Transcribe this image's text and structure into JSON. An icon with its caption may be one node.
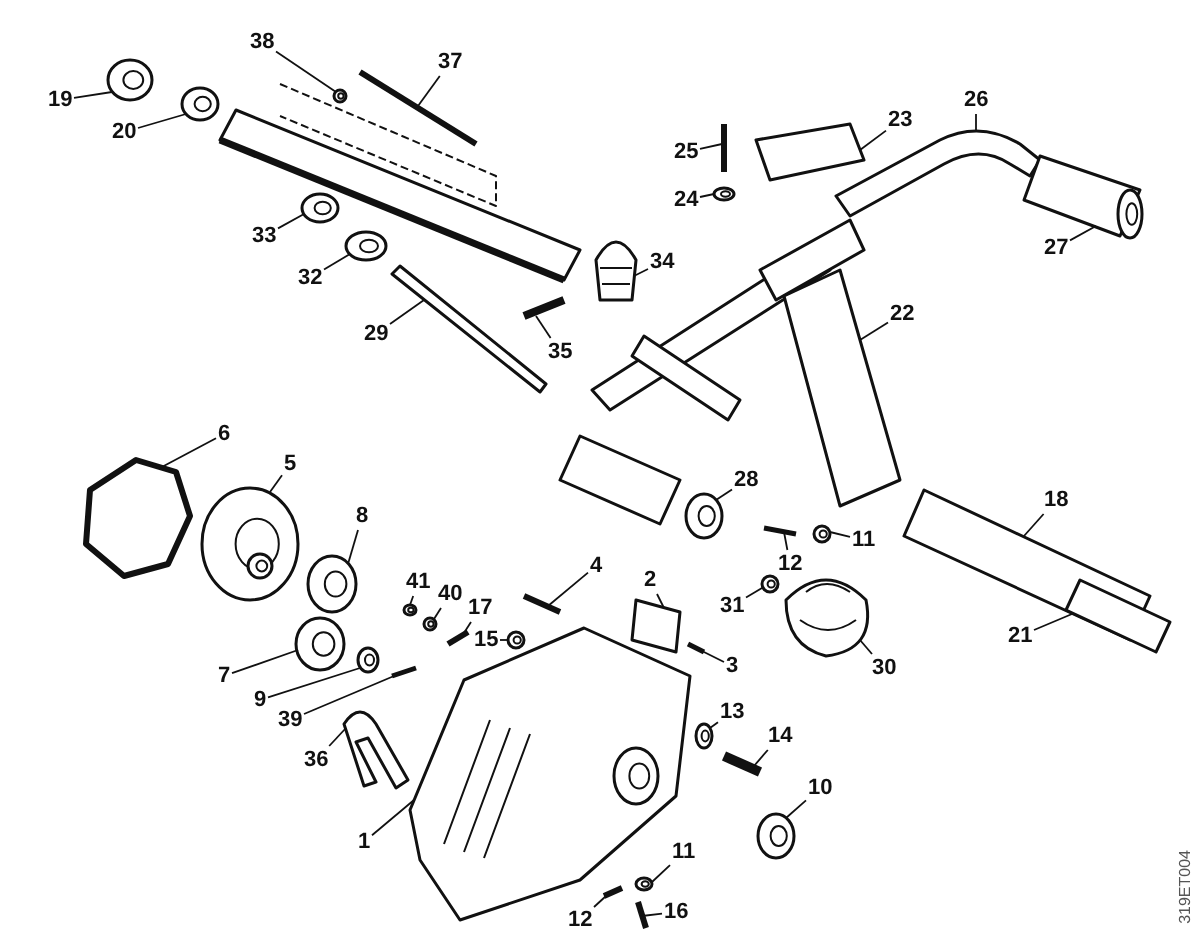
{
  "diagram": {
    "nodes": [
      {
        "text": [
          "38"
        ]
      },
      {
        "text": [
          "37"
        ]
      },
      {
        "text": [
          "19"
        ]
      },
      {
        "text": [
          "26"
        ]
      },
      {
        "text": [
          "20"
        ]
      },
      {
        "text": [
          "23"
        ]
      },
      {
        "text": [
          "25"
        ]
      },
      {
        "text": [
          "24"
        ]
      },
      {
        "text": [
          "33"
        ]
      },
      {
        "text": [
          "27"
        ]
      },
      {
        "text": [
          "34"
        ]
      },
      {
        "text": [
          "32"
        ]
      },
      {
        "text": [
          "22"
        ]
      },
      {
        "text": [
          "29"
        ]
      },
      {
        "text": [
          "35"
        ]
      },
      {
        "text": [
          "6"
        ]
      },
      {
        "text": [
          "5"
        ]
      },
      {
        "text": [
          "28"
        ]
      },
      {
        "text": [
          "18"
        ]
      },
      {
        "text": [
          "8"
        ]
      },
      {
        "text": [
          "11"
        ]
      },
      {
        "text": [
          "12"
        ]
      },
      {
        "text": [
          "4"
        ]
      },
      {
        "text": [
          "41"
        ]
      },
      {
        "text": [
          "40"
        ]
      },
      {
        "text": [
          "17"
        ]
      },
      {
        "text": [
          "31"
        ]
      },
      {
        "text": [
          "2"
        ]
      },
      {
        "text": [
          "21"
        ]
      },
      {
        "text": [
          "15"
        ]
      },
      {
        "text": [
          "30"
        ]
      },
      {
        "text": [
          "3"
        ]
      },
      {
        "text": [
          "7"
        ]
      },
      {
        "text": [
          "9"
        ]
      },
      {
        "text": [
          "13"
        ]
      },
      {
        "text": [
          "39"
        ]
      },
      {
        "text": [
          "14"
        ]
      },
      {
        "text": [
          "36"
        ]
      },
      {
        "text": [
          "10"
        ]
      },
      {
        "text": [
          "1"
        ]
      },
      {
        "text": [
          "11"
        ]
      },
      {
        "text": [
          "16"
        ]
      },
      {
        "text": [
          "12"
        ]
      },
      {
        "text": [],
        "shape": "picture"
      },
      {
        "text": [],
        "shape": "picture"
      },
      {
        "text": [],
        "shape": "picture"
      },
      {
        "text": [],
        "shape": "picture"
      },
      {
        "text": [],
        "shape": "picture"
      },
      {
        "text": [],
        "shape": "picture"
      },
      {
        "text": [],
        "shape": "picture"
      },
      {
        "text": [],
        "shape": "picture"
      },
      {
        "text": [],
        "shape": "picture"
      },
      {
        "text": [],
        "shape": "picture"
      },
      {
        "text": [],
        "shape": "picture"
      },
      {
        "text": [],
        "shape": "picture"
      },
      {
        "text": [],
        "shape": "picture"
      },
      {
        "text": [],
        "shape": "picture"
      },
      {
        "text": [],
        "shape": "picture"
      },
      {
        "text": [],
        "shape": "picture"
      },
      {
        "text": [],
        "shape": "picture"
      },
      {
        "text": [],
        "shape": "picture"
      },
      {
        "text": [],
        "shape": "picture"
      },
      {
        "text": [],
        "shape": "picture"
      },
      {
        "text": [],
        "shape": "picture"
      },
      {
        "text": [],
        "shape": "picture"
      },
      {
        "text": [],
        "shape": "picture"
      },
      {
        "text": [],
        "shape": "picture"
      },
      {
        "text": [],
        "shape": "picture"
      },
      {
        "text": [],
        "shape": "picture"
      },
      {
        "text": [],
        "shape": "picture"
      },
      {
        "text": [],
        "shape": "picture"
      },
      {
        "text": [],
        "shape": "picture"
      },
      {
        "text": [],
        "shape": "picture"
      },
      {
        "text": [],
        "shape": "picture"
      },
      {
        "text": [],
        "shape": "picture"
      },
      {
        "text": [],
        "shape": "picture"
      },
      {
        "text": [],
        "shape": "picture"
      },
      {
        "text": [],
        "shape": "picture"
      },
      {
        "text": [],
        "shape": "picture"
      },
      {
        "text": [],
        "shape": "picture"
      },
      {
        "text": [],
        "shape": "picture"
      },
      {
        "text": [],
        "shape": "picture"
      },
      {
        "text": [],
        "shape": "picture"
      },
      {
        "text": [],
        "shape": "picture"
      },
      {
        "text": [],
        "shape": "picture"
      },
      {
        "text": [],
        "shape": "picture"
      }
    ],
    "edges": [
      {
        "from": 0,
        "to": 43,
        "arrow": "none"
      },
      {
        "from": 1,
        "to": 44,
        "arrow": "none"
      },
      {
        "from": 2,
        "to": 45,
        "arrow": "none"
      },
      {
        "from": 3,
        "to": 46,
        "arrow": "none"
      },
      {
        "from": 4,
        "to": 47,
        "arrow": "none"
      },
      {
        "from": 5,
        "to": 48,
        "arrow": "none"
      },
      {
        "from": 6,
        "to": 49,
        "arrow": "none"
      },
      {
        "from": 7,
        "to": 50,
        "arrow": "none"
      },
      {
        "from": 8,
        "to": 51,
        "arrow": "none"
      },
      {
        "from": 9,
        "to": 52,
        "arrow": "none"
      },
      {
        "from": 10,
        "to": 53,
        "arrow": "none"
      },
      {
        "from": 11,
        "to": 54,
        "arrow": "none"
      },
      {
        "from": 12,
        "to": 55,
        "arrow": "none"
      },
      {
        "from": 13,
        "to": 56,
        "arrow": "none"
      },
      {
        "from": 14,
        "to": 57,
        "arrow": "none"
      },
      {
        "from": 15,
        "to": 58,
        "arrow": "none"
      },
      {
        "from": 16,
        "to": 59,
        "arrow": "none"
      },
      {
        "from": 17,
        "to": 60,
        "arrow": "none"
      },
      {
        "from": 18,
        "to": 61,
        "arrow": "none"
      },
      {
        "from": 19,
        "to": 62,
        "arrow": "none"
      },
      {
        "from": 20,
        "to": 63,
        "arrow": "none"
      },
      {
        "from": 21,
        "to": 64,
        "arrow": "none"
      },
      {
        "from": 22,
        "to": 65,
        "arrow": "none"
      },
      {
        "from": 23,
        "to": 66,
        "arrow": "none"
      },
      {
        "from": 24,
        "to": 67,
        "arrow": "none"
      },
      {
        "from": 25,
        "to": 68,
        "arrow": "none"
      },
      {
        "from": 26,
        "to": 69,
        "arrow": "none"
      },
      {
        "from": 27,
        "to": 70,
        "arrow": "none"
      },
      {
        "from": 28,
        "to": 71,
        "arrow": "none"
      },
      {
        "from": 29,
        "to": 72,
        "arrow": "none"
      },
      {
        "from": 30,
        "to": 73,
        "arrow": "none"
      },
      {
        "from": 31,
        "to": 74,
        "arrow": "none"
      },
      {
        "from": 32,
        "to": 75,
        "arrow": "none"
      },
      {
        "from": 33,
        "to": 76,
        "arrow": "none"
      },
      {
        "from": 34,
        "to": 77,
        "arrow": "none"
      },
      {
        "from": 35,
        "to": 78,
        "arrow": "none"
      },
      {
        "from": 36,
        "to": 79,
        "arrow": "none"
      },
      {
        "from": 37,
        "to": 80,
        "arrow": "none"
      },
      {
        "from": 38,
        "to": 81,
        "arrow": "none"
      },
      {
        "from": 39,
        "to": 82,
        "arrow": "none"
      },
      {
        "from": 40,
        "to": 83,
        "arrow": "none"
      },
      {
        "from": 41,
        "to": 84,
        "arrow": "none"
      },
      {
        "from": 42,
        "to": 85,
        "arrow": "none"
      }
    ],
    "labels": [
      "319ET004"
    ]
  }
}
